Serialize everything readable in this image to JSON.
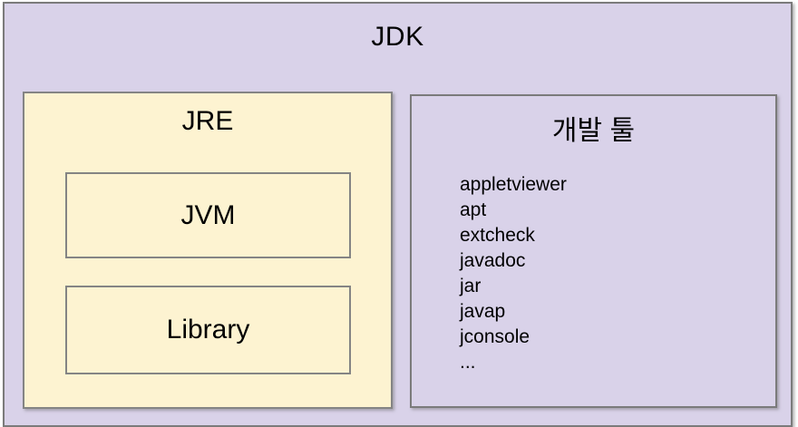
{
  "diagram": {
    "title": "JDK",
    "jre": {
      "title": "JRE",
      "boxes": [
        {
          "label": "JVM"
        },
        {
          "label": "Library"
        }
      ]
    },
    "devtools": {
      "title": "개발 툴",
      "tools": [
        "appletviewer",
        "apt",
        "extcheck",
        "javadoc",
        "jar",
        "javap",
        "jconsole",
        "..."
      ]
    },
    "colors": {
      "outer_background": "#d9d2e9",
      "jre_background": "#fdf3d1",
      "border": "#7b7b7b",
      "text": "#000000"
    }
  }
}
